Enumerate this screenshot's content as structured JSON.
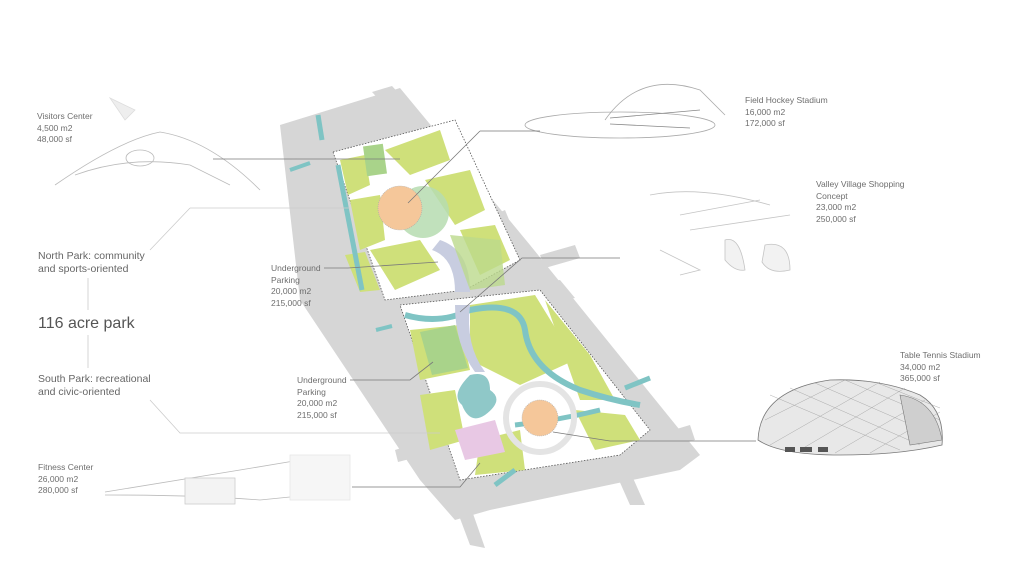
{
  "diagram": {
    "headline": "116 acre park",
    "zones": {
      "north": {
        "line1": "North Park: community",
        "line2": "and sports-oriented"
      },
      "south": {
        "line1": "South Park: recreational",
        "line2": "and civic-oriented"
      }
    },
    "buildings": {
      "visitors_center": {
        "name": "Visitors Center",
        "area_m2": "4,500 m2",
        "area_sf": "48,000 sf"
      },
      "fitness_center": {
        "name": "Fitness Center",
        "area_m2": "26,000 m2",
        "area_sf": "280,000 sf"
      },
      "field_hockey": {
        "name": "Field Hockey Stadium",
        "area_m2": "16,000 m2",
        "area_sf": "172,000 sf"
      },
      "valley_village": {
        "name": "Valley Village Shopping",
        "name2": "Concept",
        "area_m2": "23,000 m2",
        "area_sf": "250,000 sf"
      },
      "table_tennis": {
        "name": "Table Tennis Stadium",
        "area_m2": "34,000 m2",
        "area_sf": "365,000 sf"
      },
      "parking_north": {
        "name": "Underground",
        "name2": "Parking",
        "area_m2": "20,000 m2",
        "area_sf": "215,000 sf"
      },
      "parking_south": {
        "name": "Underground",
        "name2": "Parking",
        "area_m2": "20,000 m2",
        "area_sf": "215,000 sf"
      }
    },
    "colors": {
      "road": "#d4d4d4",
      "grass": "#cfe07a",
      "water": "#7fc4c4",
      "field": "#a9d38a",
      "stadium": "#f5c79a",
      "parking": "#c8cde0",
      "plaza": "#e8c8e4",
      "leader": "#7a7a7a"
    }
  }
}
